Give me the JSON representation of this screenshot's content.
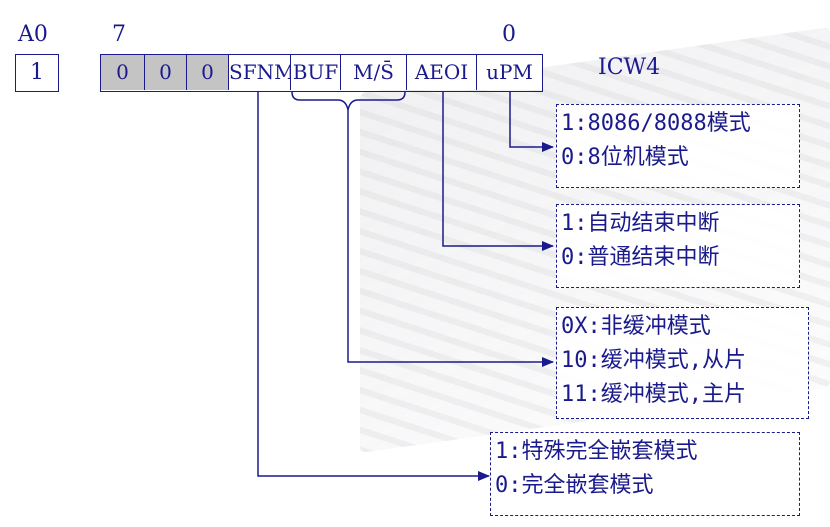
{
  "header": {
    "a0_label": "A0",
    "bit7_label": "7",
    "bit0_label": "0",
    "register_name": "ICW4"
  },
  "a0_value": "1",
  "register_bits": [
    "0",
    "0",
    "0",
    "SFNM",
    "BUF",
    "M/S̄",
    "AEOI",
    "uPM"
  ],
  "boxes": {
    "upm": [
      "1:8086/8088模式",
      "0:8位机模式"
    ],
    "aeoi": [
      "1:自动结束中断",
      "0:普通结束中断"
    ],
    "buf": [
      "0X:非缓冲模式",
      "10:缓冲模式,从片",
      "11:缓冲模式,主片"
    ],
    "sfnm": [
      "1:特殊完全嵌套模式",
      "0:完全嵌套模式"
    ]
  },
  "colors": {
    "ink": "#1a1a8c",
    "gray_cell": "#c4c4c4"
  }
}
